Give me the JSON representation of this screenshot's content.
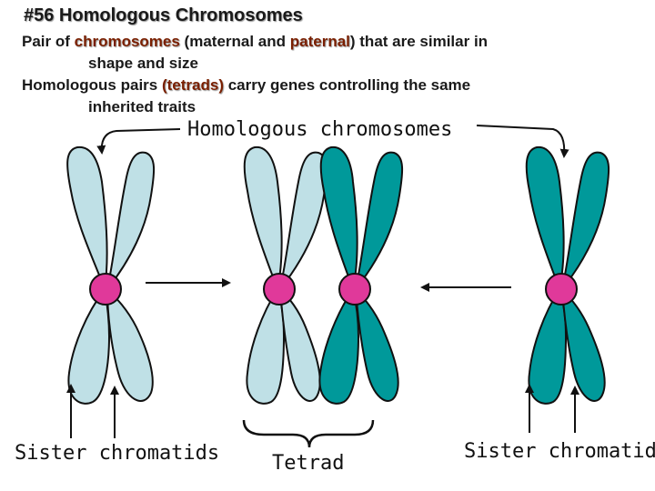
{
  "title": "#56 Homologous Chromosomes",
  "definition": {
    "line1_pre": "Pair of ",
    "line1_hl1": "chromosomes",
    "line1_mid": " (maternal and ",
    "line1_hl2": "paternal",
    "line1_post": ") that are similar in",
    "line2": "shape and size",
    "line3_pre": "Homologous pairs ",
    "line3_hl": "(tetrads)",
    "line3_post": " carry genes controlling the same",
    "line4": "inherited traits"
  },
  "labels": {
    "homologous": "Homologous chromosomes",
    "sister_left": "Sister chromatids",
    "tetrad": "Tetrad",
    "sister_right": "Sister chromatids"
  },
  "colors": {
    "light_chromatid": "#bfe0e6",
    "dark_chromatid": "#00999a",
    "centromere": "#e0399a",
    "outline": "#111111"
  }
}
